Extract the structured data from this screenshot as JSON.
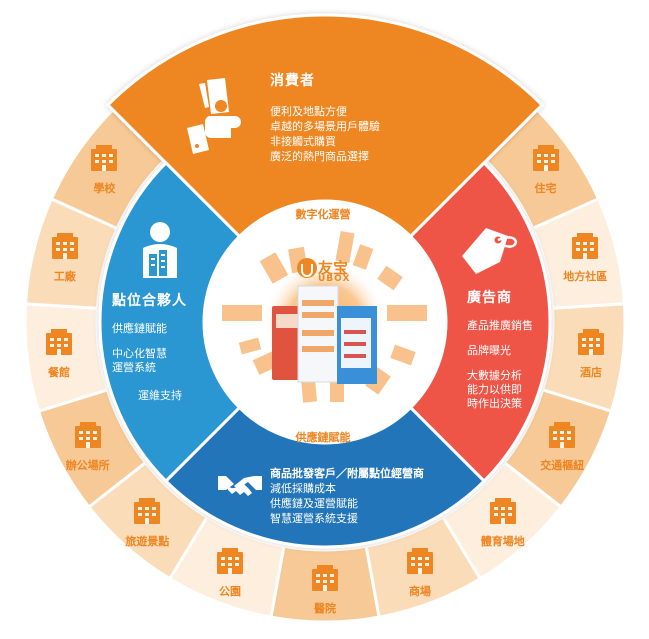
{
  "colors": {
    "orange": "#ee8622",
    "red": "#ef5446",
    "blue_left": "#2a96d2",
    "blue_bottom": "#2474b9",
    "segment_shades": [
      "#f7c996",
      "#fbdcb8",
      "#fdeedd"
    ],
    "icon_orange": "#ee8622"
  },
  "consumers": {
    "title": "消費者",
    "icon": "money-hand-icon",
    "lines": [
      "便利及地點方便",
      "卓越的多場景用戶體驗",
      "非接觸式購買",
      "廣泛的熱門商品選擇"
    ]
  },
  "partners": {
    "title": "點位合夥人",
    "icon": "businessman-buildings-icon",
    "items": [
      "供應鏈賦能",
      "中心化智慧",
      "運營系統",
      "運維支持"
    ]
  },
  "advertisers": {
    "title": "廣告商",
    "icon": "price-tag-icon",
    "items": [
      "產品推廣銷售",
      "品牌曝光",
      "大數據分析",
      "能力以供即",
      "時作出決策"
    ]
  },
  "wholesale": {
    "icon": "handshake-icon",
    "lines": [
      "商品批發客戶／附屬點位經營商",
      "減低採購成本",
      "供應鏈及運營賦能",
      "智慧運營系統支援"
    ]
  },
  "center": {
    "top_label": "數字化運營",
    "bottom_label": "供應鏈賦能",
    "logo_cn": "友宝",
    "logo_en": "UBOX"
  },
  "scenarios": [
    {
      "label": "住宅",
      "icon": "residential-building-icon"
    },
    {
      "label": "地方社區",
      "icon": "community-buildings-icon"
    },
    {
      "label": "酒店",
      "icon": "hotel-icon"
    },
    {
      "label": "交通樞紐",
      "icon": "train-icon"
    },
    {
      "label": "體育場地",
      "icon": "sports-venue-icon"
    },
    {
      "label": "商場",
      "icon": "shopping-cart-icon"
    },
    {
      "label": "醫院",
      "icon": "hospital-icon"
    },
    {
      "label": "公園",
      "icon": "park-trees-icon"
    },
    {
      "label": "旅遊景點",
      "icon": "landmark-temple-icon"
    },
    {
      "label": "辦公場所",
      "icon": "office-towers-icon"
    },
    {
      "label": "餐館",
      "icon": "plate-cutlery-icon"
    },
    {
      "label": "工廠",
      "icon": "factory-icon"
    },
    {
      "label": "學校",
      "icon": "school-icon"
    }
  ]
}
